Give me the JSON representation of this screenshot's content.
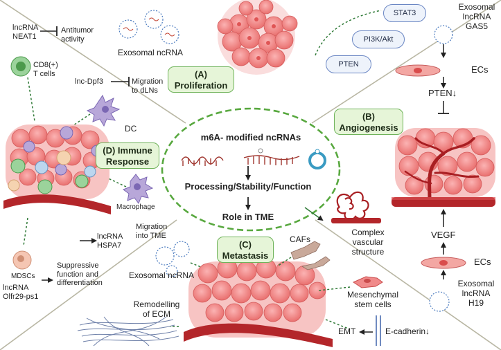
{
  "center": {
    "title": "m6A- modified ncRNAs",
    "step1": "Processing/Stability/Function",
    "step2": "Role in TME"
  },
  "sections": {
    "proliferation": {
      "letter": "(A)",
      "name": "Proliferation"
    },
    "angiogenesis": {
      "letter": "(B)",
      "name": "Angiogenesis"
    },
    "metastasis": {
      "letter": "(C)",
      "name": "Metastasis"
    },
    "immune": {
      "letter": "(D) Immune",
      "name": "Response"
    }
  },
  "proliferation": {
    "exosomal_label": "Exosomal ncRNA",
    "pathways": [
      "STAT3",
      "PI3K/Akt",
      "PTEN"
    ]
  },
  "angiogenesis": {
    "gas5": [
      "Exosomal",
      "lncRNA",
      "GAS5"
    ],
    "ecs_top": "ECs",
    "pten": "PTEN↓",
    "vegf": "VEGF",
    "ecs_bottom": "ECs",
    "h19": [
      "Exosomal",
      "lncRNA",
      "H19"
    ],
    "vascular": [
      "Complex",
      "vascular",
      "structure"
    ]
  },
  "metastasis": {
    "cafs": "CAFs",
    "exosomal_label": "Exosomal ncRNA",
    "mesenchymal": [
      "Mesenchymal",
      "stem cells"
    ],
    "ecm": [
      "Remodelling",
      "of ECM"
    ],
    "emt": "EMT",
    "ecadherin": "E-cadherin↓"
  },
  "immune": {
    "neat1": [
      "lncRNA",
      "NEAT1"
    ],
    "antitumor": [
      "Antitumor",
      "activity"
    ],
    "cd8": [
      "CD8(+)",
      "T cells"
    ],
    "dpf3": "lnc-Dpf3",
    "migration_dln": [
      "Migration",
      "to dLNs"
    ],
    "dc": "DC",
    "macrophage": "Macrophage",
    "hspa7": [
      "lncRNA",
      "HSPA7"
    ],
    "migration_tme": [
      "Migration",
      "into TME"
    ],
    "mdscs": "MDSCs",
    "olfr": [
      "lncRNA",
      "Olfr29-ps1"
    ],
    "suppressive": [
      "Suppressive",
      "function and",
      "differentiation"
    ]
  },
  "colors": {
    "section_fill": "#e6f5d8",
    "section_border": "#6fb35a",
    "tumor": "#f08a8a",
    "vessel": "#b3262a",
    "pathway_border": "#6a86c3"
  }
}
